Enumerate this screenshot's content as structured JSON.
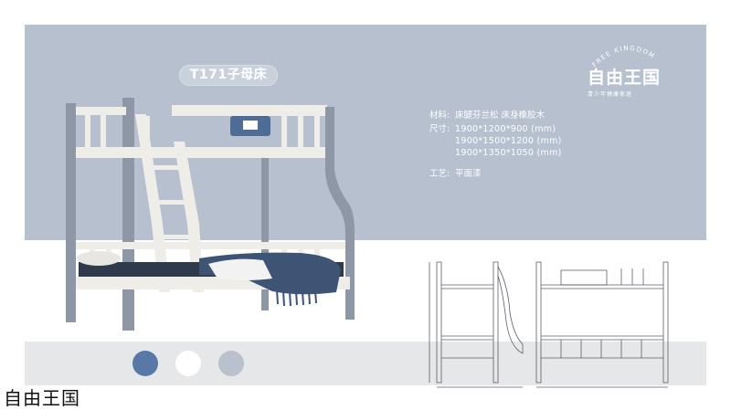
{
  "product": {
    "title": "T171子母床"
  },
  "specs": {
    "material_label": "材料:",
    "material_value": "床腿芬兰松 床身橡胶木",
    "size_label": "尺寸:",
    "sizes": [
      "1900*1200*900 (mm)",
      "1900*1500*1200 (mm)",
      "1900*1350*1050 (mm)"
    ],
    "craft_label": "工艺:",
    "craft_value": "平面漆"
  },
  "brand": {
    "logo_arc_text": "FREE KINGDOM",
    "logo_text": "自由王国",
    "logo_slogan": "青少年健康家居",
    "caption": "自由王国"
  },
  "swatches": [
    {
      "name": "blue",
      "color": "#5878a8"
    },
    {
      "name": "white",
      "color": "#ffffff"
    },
    {
      "name": "gray",
      "color": "#b9c1cc"
    }
  ],
  "colors": {
    "banner": "#b6c0cf",
    "frame": "#8d97a6",
    "wood": "#efede8"
  }
}
